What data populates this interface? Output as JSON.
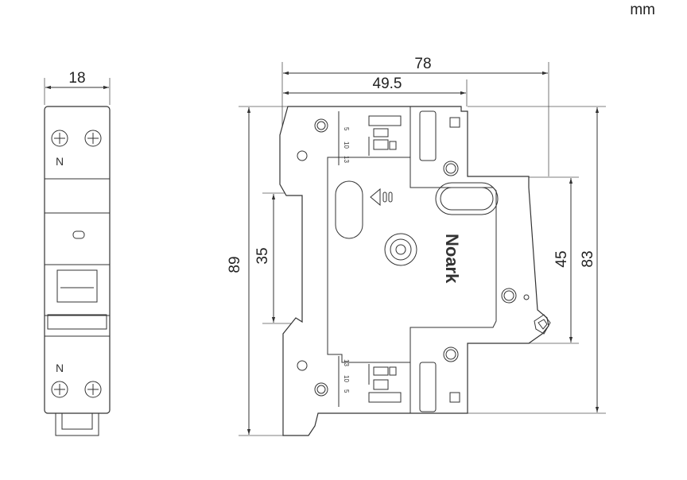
{
  "unit": "mm",
  "dimensions": {
    "front_width": "18",
    "overall_width": "78",
    "rail_offset": "49.5",
    "overall_height": "89",
    "rail_height": "35",
    "inner_height": "45",
    "body_height": "83"
  },
  "labels": {
    "neutral_top": "N",
    "neutral_bottom": "N",
    "brand": "Noark",
    "terminal_top": [
      "5",
      "10",
      "13"
    ],
    "terminal_bottom": [
      "13",
      "10",
      "5"
    ]
  }
}
